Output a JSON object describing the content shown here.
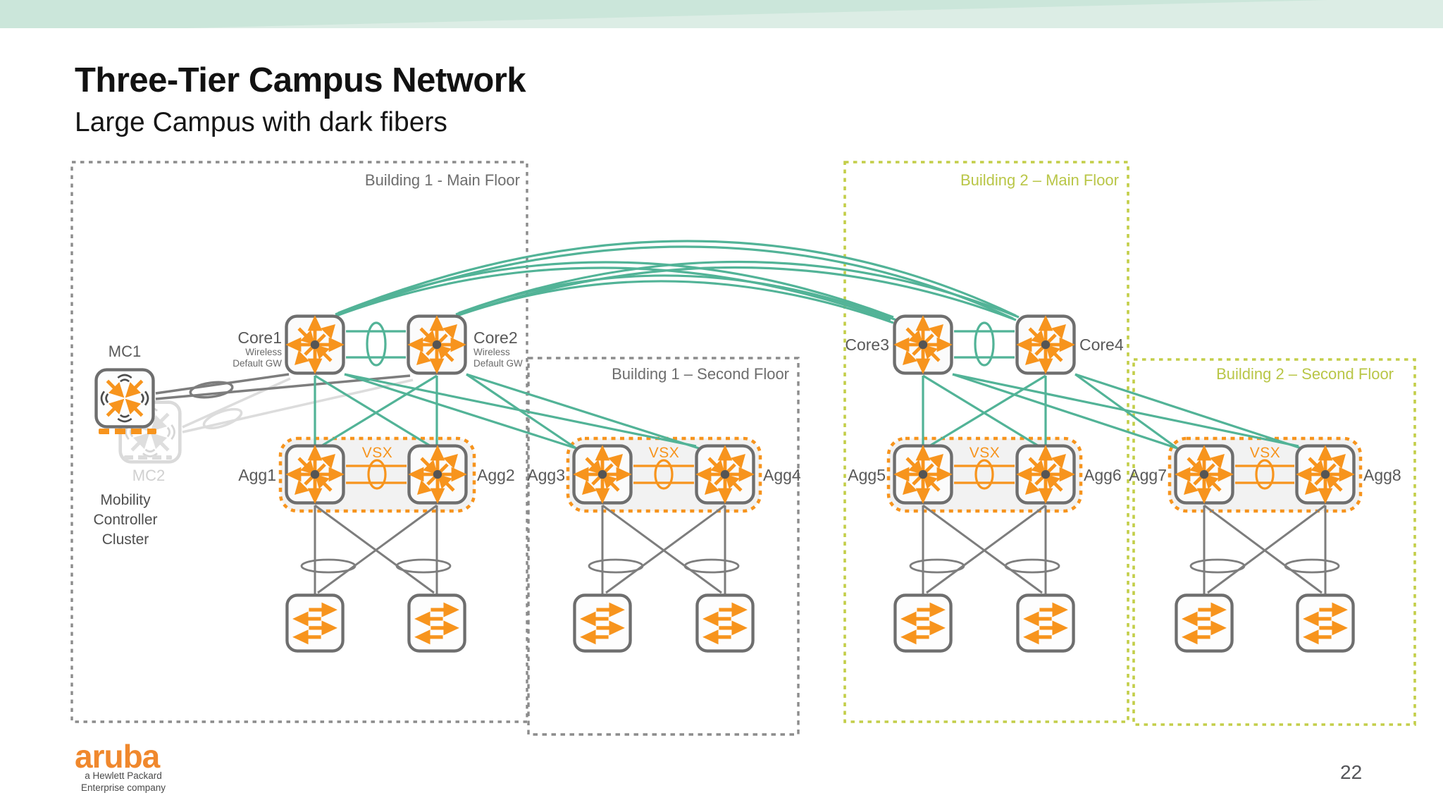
{
  "slide": {
    "title": "Three-Tier Campus Network",
    "subtitle": "Large Campus with dark fibers",
    "page_number": "22"
  },
  "zones": {
    "b1_main": {
      "label": "Building 1 - Main Floor"
    },
    "b1_second": {
      "label": "Building 1 – Second Floor"
    },
    "b2_main": {
      "label": "Building 2 – Main Floor"
    },
    "b2_second": {
      "label": "Building 2 – Second Floor"
    }
  },
  "mobility": {
    "mc1_label": "MC1",
    "mc2_label": "MC2",
    "caption_lines": [
      "Mobility",
      "Controller",
      "Cluster"
    ]
  },
  "devices": {
    "core1": {
      "label": "Core1",
      "sublabel_line1": "Wireless",
      "sublabel_line2": "Default GW"
    },
    "core2": {
      "label": "Core2",
      "sublabel_line1": "Wireless",
      "sublabel_line2": "Default GW"
    },
    "core3": {
      "label": "Core3"
    },
    "core4": {
      "label": "Core4"
    },
    "agg1": {
      "label": "Agg1"
    },
    "agg2": {
      "label": "Agg2"
    },
    "agg3": {
      "label": "Agg3"
    },
    "agg4": {
      "label": "Agg4"
    },
    "agg5": {
      "label": "Agg5"
    },
    "agg6": {
      "label": "Agg6"
    },
    "agg7": {
      "label": "Agg7"
    },
    "agg8": {
      "label": "Agg8"
    },
    "vsx_label": "VSX"
  },
  "branding": {
    "logo_text": "aruba",
    "tagline_line1": "a Hewlett Packard",
    "tagline_line2": "Enterprise company"
  },
  "colors": {
    "link_teal": "#52b397",
    "aruba_orange": "#f7941d",
    "zone_building1": "#8c8c8c",
    "zone_building2": "#c3ce49",
    "link_gray": "#7d7d7d"
  }
}
